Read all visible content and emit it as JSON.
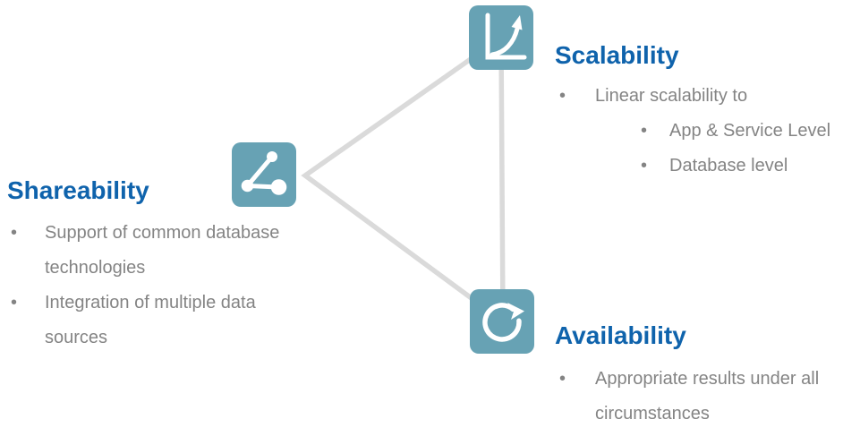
{
  "diagram": {
    "type": "triangle-relationship",
    "bullet_char": "•",
    "colors": {
      "background": "#ffffff",
      "icon_tile_bg": "#67a2b4",
      "icon_glyph": "#ffffff",
      "heading_text": "#0f63ac",
      "body_text": "#848484",
      "connector_line": "#dadada"
    }
  },
  "nodes": [
    {
      "id": "scalability",
      "title": "Scalability",
      "icon": "growth-chart-icon",
      "bullets": [
        {
          "level": 1,
          "text": "Linear scalability to"
        },
        {
          "level": 2,
          "text": "App & Service Level"
        },
        {
          "level": 2,
          "text": "Database level"
        }
      ]
    },
    {
      "id": "shareability",
      "title": "Shareability",
      "icon": "share-nodes-icon",
      "bullets": [
        {
          "level": 1,
          "text": "Support of common database technologies"
        },
        {
          "level": 1,
          "text": "Integration of multiple data sources"
        }
      ]
    },
    {
      "id": "availability",
      "title": "Availability",
      "icon": "circular-arrow-icon",
      "bullets": [
        {
          "level": 1,
          "text": "Appropriate results under all circumstances"
        }
      ]
    }
  ]
}
